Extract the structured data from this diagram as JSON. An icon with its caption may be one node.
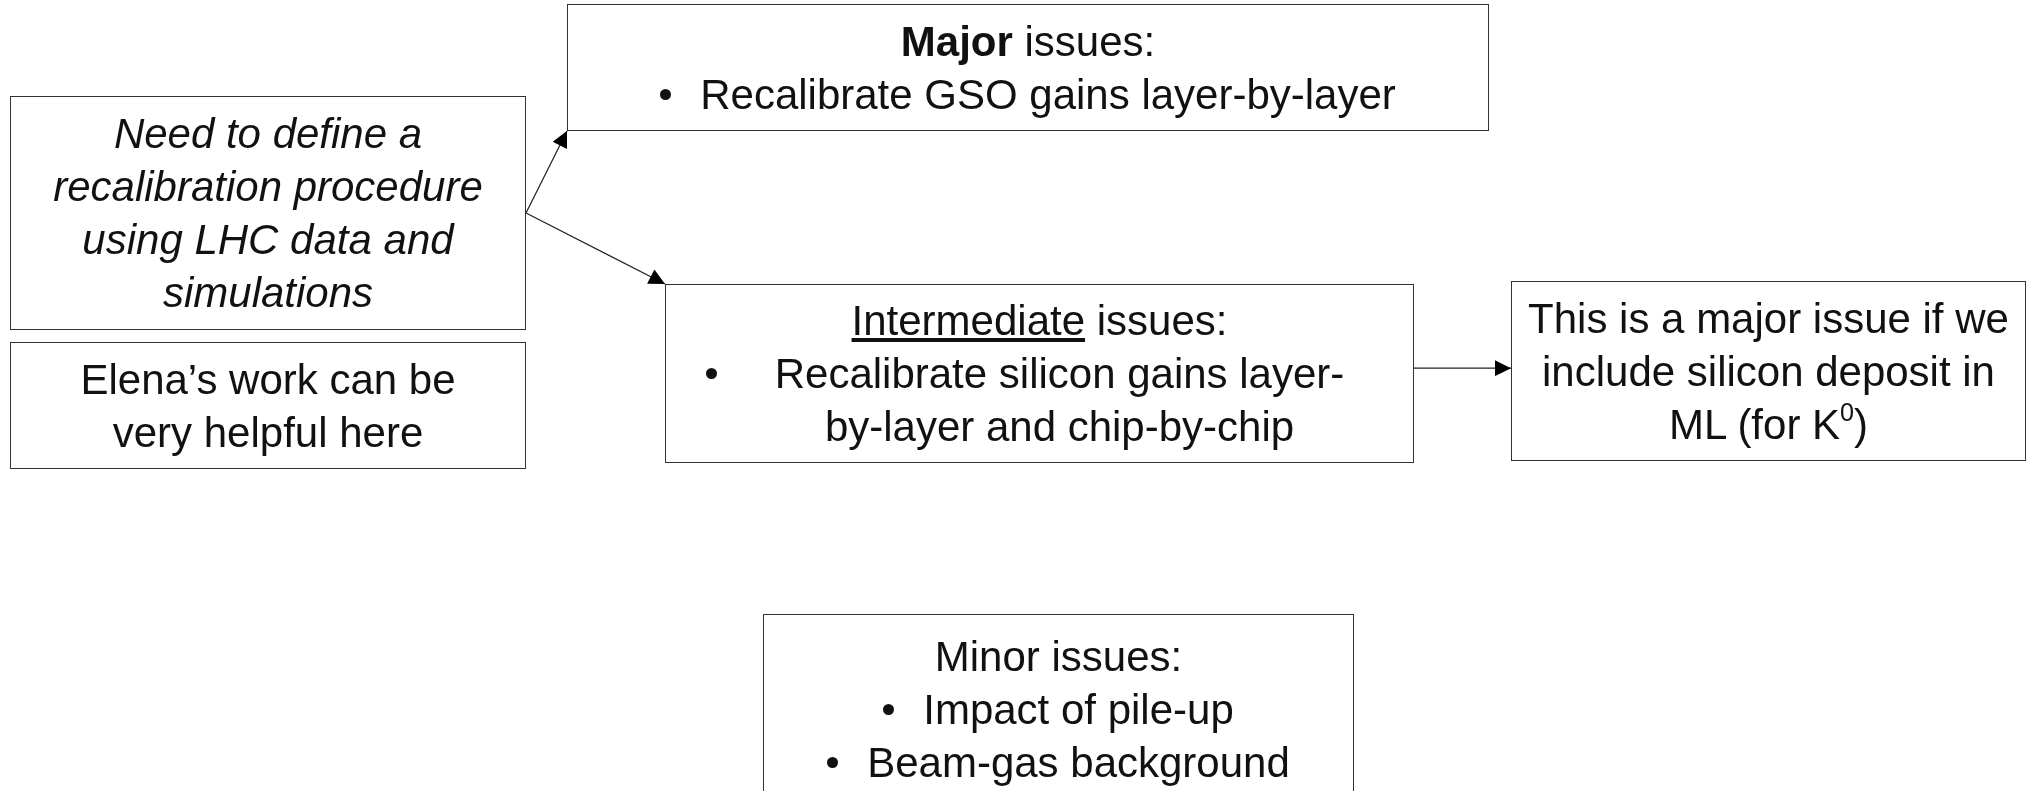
{
  "diagram": {
    "nodes": [
      {
        "text": [
          "Need to define a recalibration procedure using LHC data and simulations"
        ]
      },
      {
        "text": [
          "Elena’s work can be very helpful here"
        ]
      },
      {
        "text": [
          "**Major** issues:",
          "Recalibrate GSO gains layer-by-layer"
        ]
      },
      {
        "text": [
          "Intermediate issues:",
          "Recalibrate silicon gains layer-by-layer and chip-by-chip"
        ]
      },
      {
        "text": [
          "This is a major issue if we include silicon deposit in ML (for K$^{0}$)"
        ]
      },
      {
        "text": [
          "Minor issues:",
          "Impact of pile-up",
          "Beam-gas background"
        ]
      }
    ],
    "edges": [
      {
        "from": 0,
        "to": 2,
        "arrow": "to"
      },
      {
        "from": 0,
        "to": 3,
        "arrow": "to"
      },
      {
        "from": 3,
        "to": 4,
        "arrow": "to"
      }
    ]
  }
}
